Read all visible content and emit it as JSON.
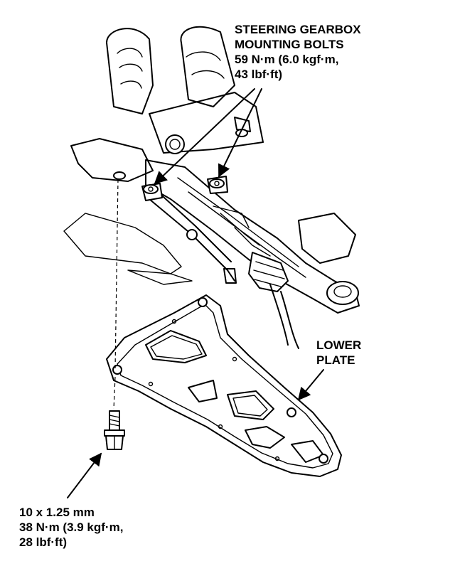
{
  "callouts": {
    "gearbox": {
      "line1": "STEERING GEARBOX",
      "line2": "MOUNTING BOLTS",
      "line3": "59 N·m (6.0 kgf·m,",
      "line4": "43 lbf·ft)"
    },
    "lower_plate": {
      "line1": "LOWER",
      "line2": "PLATE"
    },
    "bolt": {
      "line1": "10 x 1.25 mm",
      "line2": "38 N·m (3.9 kgf·m,",
      "line3": "28 lbf·ft)"
    }
  }
}
